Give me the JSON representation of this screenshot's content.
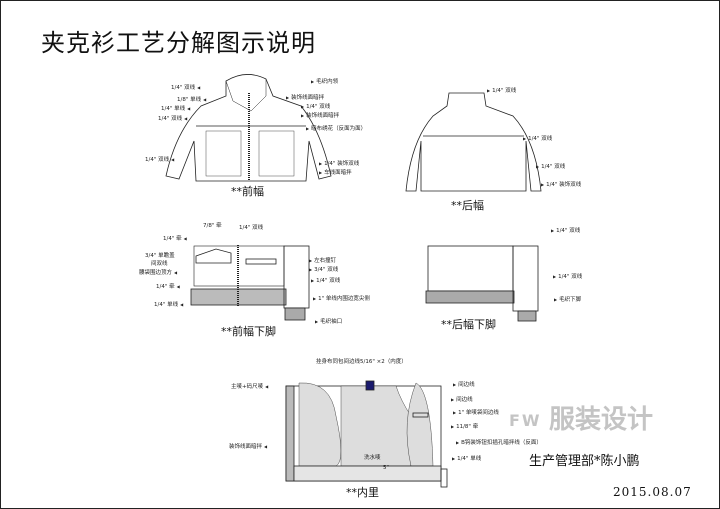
{
  "title": "夹克衫工艺分解图示说明",
  "front": {
    "caption": "**前幅",
    "labels": [
      "1/4\" 双线",
      "1/8\" 单线",
      "1/4\" 单线",
      "1/4\" 双线",
      "1/4\" 双线",
      "毛织内领",
      "装饰线面暗拌",
      "1/4\" 双线",
      "装饰线面暗拌",
      "暗布绣花（反面为面）",
      "1/4\" 装饰双线",
      "车线面暗拌"
    ]
  },
  "back": {
    "caption": "**后幅",
    "labels": [
      "1/4\" 双线",
      "1/4\" 双线",
      "1/4\" 双线",
      "1/4\" 装饰双线"
    ]
  },
  "front_hem": {
    "caption": "**前幅下脚",
    "labels": [
      "7/8\" 牵",
      "1/4\" 双线",
      "1/4\" 牵",
      "3/4\" 单瞻盖",
      "间双线",
      "腰袋围边顶方",
      "1/4\" 牵",
      "1/4\" 单线",
      "左右撞钉",
      "3/4\" 双线",
      "1/4\" 双线",
      "1\" 单线内围边宽尖侧",
      "毛织袖口"
    ]
  },
  "back_hem": {
    "caption": "**后幅下脚",
    "labels": [
      "1/4\" 双线",
      "1/4\" 双线",
      "毛织下脚"
    ]
  },
  "lining": {
    "caption": "**内里",
    "labels": [
      "挂身布同包间边线5/16\" ×2（内度）",
      "主唛+码尺唛",
      "装饰线面暗拌",
      "间边线",
      "间边线",
      "1\" 单唛袋间边线",
      "11/8\" 牵",
      "B钩装饰钮扣插孔暗拌线（反面）",
      "1/4\" 单线",
      "洗水唛",
      "5\""
    ]
  },
  "footer": {
    "author": "生产管理部*陈小鹏",
    "date": "2015.08.07"
  },
  "watermark": {
    "text": "服装设计",
    "sub": "FW"
  }
}
